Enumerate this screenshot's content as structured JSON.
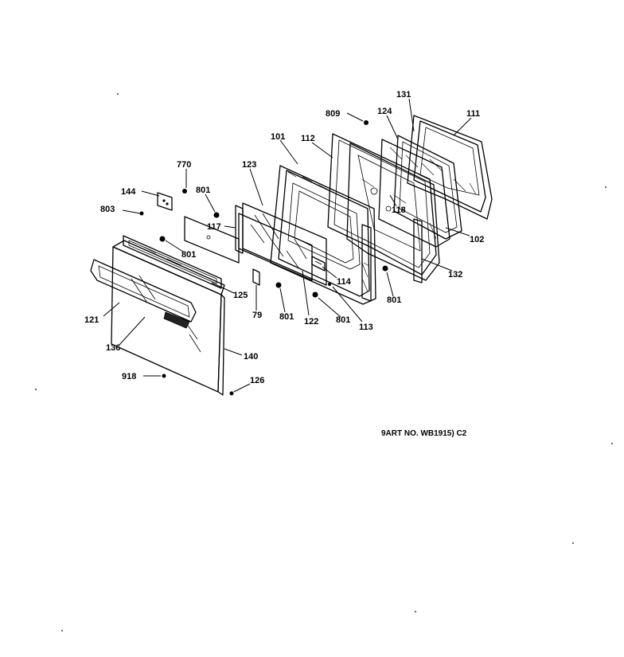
{
  "diagram": {
    "part_number_note": "9ART NO. WB1915) C2",
    "callouts": {
      "c131": "131",
      "c809": "809",
      "c124": "124",
      "c111": "111",
      "c101": "101",
      "c112": "112",
      "c770": "770",
      "c123": "123",
      "c144": "144",
      "c801_top": "801",
      "c803": "803",
      "c117": "117",
      "c118": "118",
      "c102": "102",
      "c801_left": "801",
      "c132": "132",
      "c114": "114",
      "c125": "125",
      "c801_right": "801",
      "c121": "121",
      "c79": "79",
      "c801_mid": "801",
      "c122": "122",
      "c801_low": "801",
      "c113": "113",
      "c136": "136",
      "c140": "140",
      "c918": "918",
      "c126": "126"
    }
  }
}
